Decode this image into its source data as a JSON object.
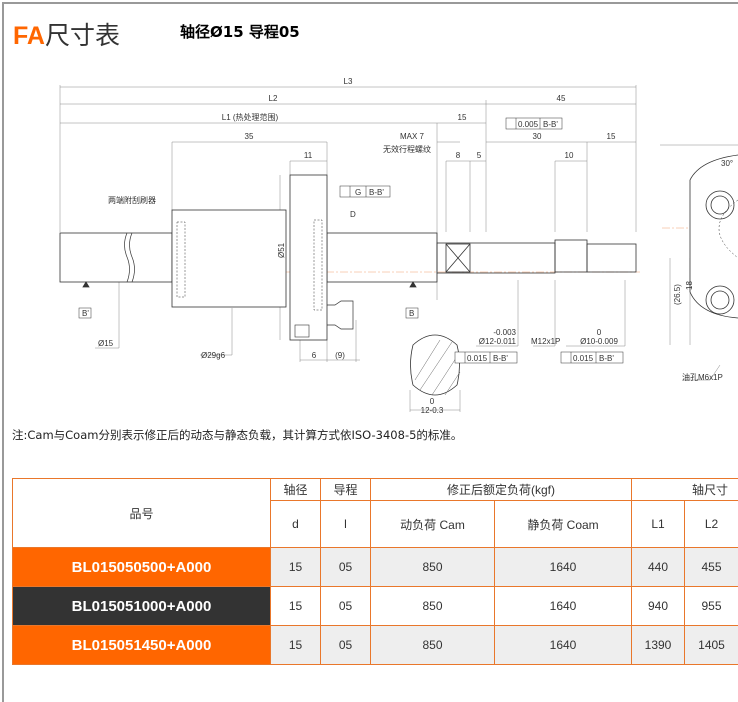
{
  "header": {
    "prefix": "FA",
    "title": "尺寸表",
    "subtitle": "轴径Ø15 导程05"
  },
  "drawing": {
    "dims": {
      "L3": "L3",
      "L2": "L2",
      "L1": "L1 (热处理范围)",
      "d45": "45",
      "d15a": "15",
      "d35": "35",
      "d11": "11",
      "max7": "MAX 7",
      "invalid": "无效行程螺纹",
      "d8": "8",
      "d5": "5",
      "d30": "30",
      "d10": "10",
      "d15b": "15",
      "phi51": "Ø51",
      "phi15": "Ø15",
      "phi29": "Ø29g6",
      "d6": "6",
      "d9": "(9)",
      "D": "D",
      "wiper": "两端附刮刷器",
      "B": "B",
      "Bp": "B'",
      "tol1_top": "-0.003",
      "tol1": "Ø12-0.011",
      "m12": "M12x1P",
      "tol2_top": "0",
      "tol2": "Ø10-0.009",
      "flat_top": "0",
      "flat": "12-0.3",
      "angle": "30°",
      "d18": "18",
      "d265": "(26.5)",
      "oil": "油孔M6x1P"
    },
    "gdt": {
      "perp_val": "0.005",
      "perp_ref": "B-B'",
      "run_sym": "G",
      "run_ref": "B-B'",
      "run1_val": "0.015",
      "run1_ref": "B-B'",
      "run2_val": "0.015",
      "run2_ref": "B-B'"
    }
  },
  "note": "注:Cam与Coam分别表示修正后的动态与静态负载，其计算方式依ISO-3408-5的标准。",
  "table": {
    "headers": {
      "part": "品号",
      "shaft": "轴径",
      "lead": "导程",
      "load": "修正后额定负荷(kgf)",
      "axis": "轴尺寸",
      "d": "d",
      "l": "l",
      "cam": "动负荷 Cam",
      "coam": "静负荷 Coam",
      "L1": "L1",
      "L2": "L2"
    },
    "rows": [
      {
        "part": "BL015050500+A000",
        "d": "15",
        "l": "05",
        "cam": "850",
        "coam": "1640",
        "L1": "440",
        "L2": "455"
      },
      {
        "part": "BL015051000+A000",
        "d": "15",
        "l": "05",
        "cam": "850",
        "coam": "1640",
        "L1": "940",
        "L2": "955"
      },
      {
        "part": "BL015051450+A000",
        "d": "15",
        "l": "05",
        "cam": "850",
        "coam": "1640",
        "L1": "1390",
        "L2": "1405"
      }
    ]
  },
  "colors": {
    "accent": "#ff6600",
    "dark": "#333333",
    "border": "#e9772b"
  }
}
